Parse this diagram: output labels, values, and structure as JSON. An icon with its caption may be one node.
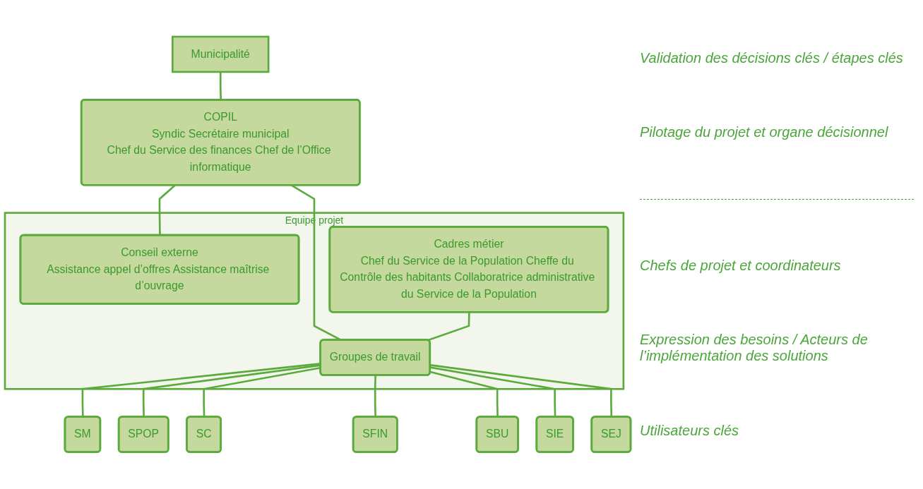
{
  "diagram": {
    "nodes": [
      {
        "text": [
          "Municipalité"
        ]
      },
      {
        "text": [
          "COPIL",
          "Syndic Secrétaire municipal",
          "Chef du Service des finances Chef de l’Office informatique"
        ]
      },
      {
        "text": [
          "Equipe projet"
        ]
      },
      {
        "text": [
          "Conseil externe",
          "Assistance appel d’offres Assistance maîtrise d’ouvrage"
        ],
        "in": 2
      },
      {
        "text": [
          "Cadres métier",
          "Chef du Service de la Population Cheffe du Contrôle des habitants Collaboratrice administrative du Service de la Population"
        ],
        "in": 2
      },
      {
        "text": [
          "Groupes de travail"
        ],
        "in": 2
      },
      {
        "text": [
          "SM"
        ]
      },
      {
        "text": [
          "SPOP"
        ]
      },
      {
        "text": [
          "SC"
        ]
      },
      {
        "text": [
          "SFIN"
        ]
      },
      {
        "text": [
          "SBU"
        ]
      },
      {
        "text": [
          "SIE"
        ]
      },
      {
        "text": [
          "SEJ"
        ]
      }
    ],
    "edges": [
      {
        "from": 0,
        "to": 1,
        "arrow": "none"
      },
      {
        "from": 1,
        "to": 3,
        "arrow": "none"
      },
      {
        "from": 1,
        "to": 5,
        "arrow": "none"
      },
      {
        "from": 4,
        "to": 5,
        "arrow": "none"
      },
      {
        "from": 5,
        "to": 6,
        "arrow": "none"
      },
      {
        "from": 5,
        "to": 7,
        "arrow": "none"
      },
      {
        "from": 5,
        "to": 8,
        "arrow": "none"
      },
      {
        "from": 5,
        "to": 9,
        "arrow": "none"
      },
      {
        "from": 5,
        "to": 10,
        "arrow": "none"
      },
      {
        "from": 5,
        "to": 11,
        "arrow": "none"
      },
      {
        "from": 5,
        "to": 12,
        "arrow": "none"
      }
    ],
    "labels": [
      "Validation des décisions clés / étapes clés",
      "Pilotage du projet et organe décisionnel",
      "Chefs de projet et coordinateurs",
      "Expression des besoins / Acteurs de l’implémentation des solutions",
      "Utilisateurs clés"
    ]
  }
}
